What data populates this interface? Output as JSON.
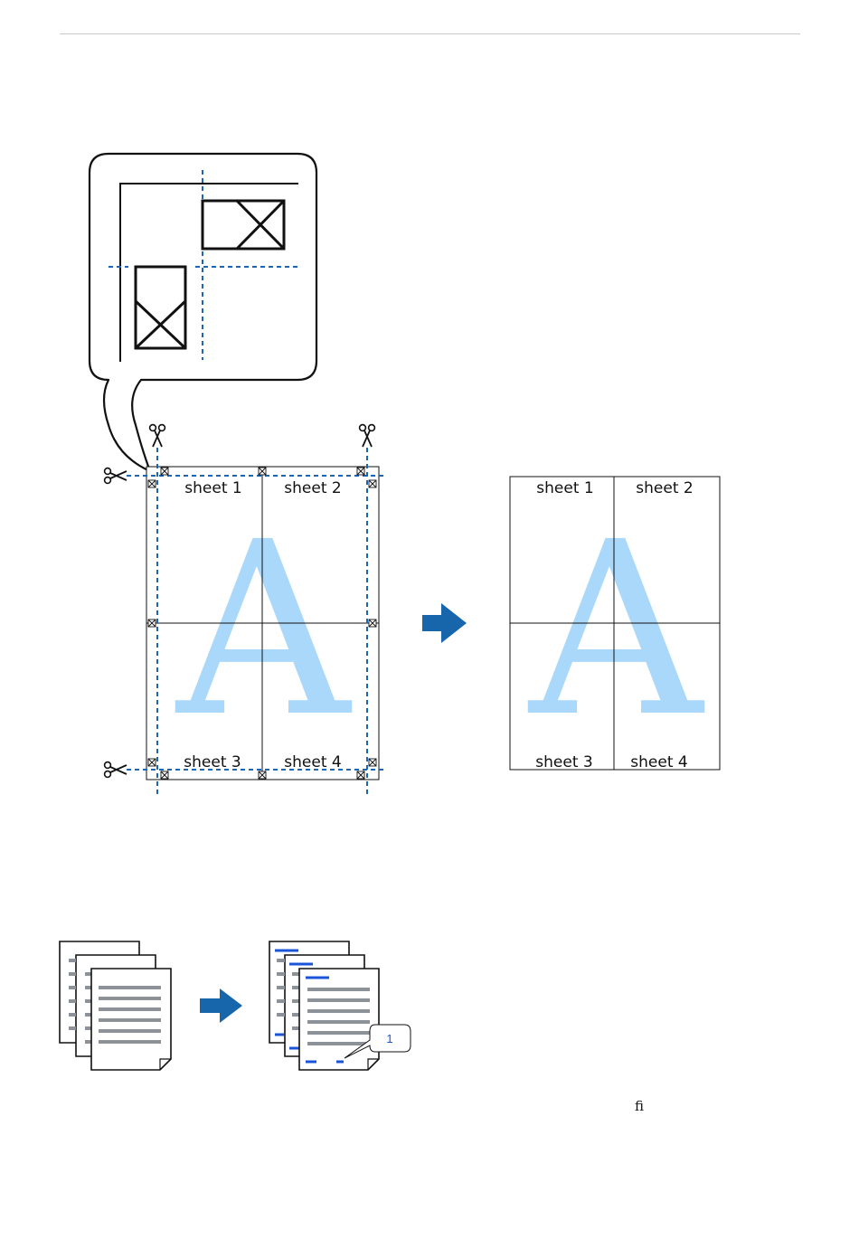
{
  "poster_left": {
    "labels": [
      "sheet 1",
      "sheet 2",
      "sheet 3",
      "sheet 4"
    ],
    "watermark_letter": "A"
  },
  "poster_right": {
    "labels": [
      "sheet 1",
      "sheet 2",
      "sheet 3",
      "sheet 4"
    ],
    "watermark_letter": "A"
  },
  "page_number_callout": "1",
  "ligature_glyph": "ﬁ",
  "colors": {
    "cut_line": "#1c64b4",
    "watermark": "#a9d8fb",
    "arrow": "#1765ab",
    "text_lines": "#8c9297",
    "page_number_marks": "#1a55d9"
  },
  "icons": [
    "scissors-icon",
    "glue-mark-icon",
    "right-arrow-icon",
    "document-stack-icon"
  ]
}
